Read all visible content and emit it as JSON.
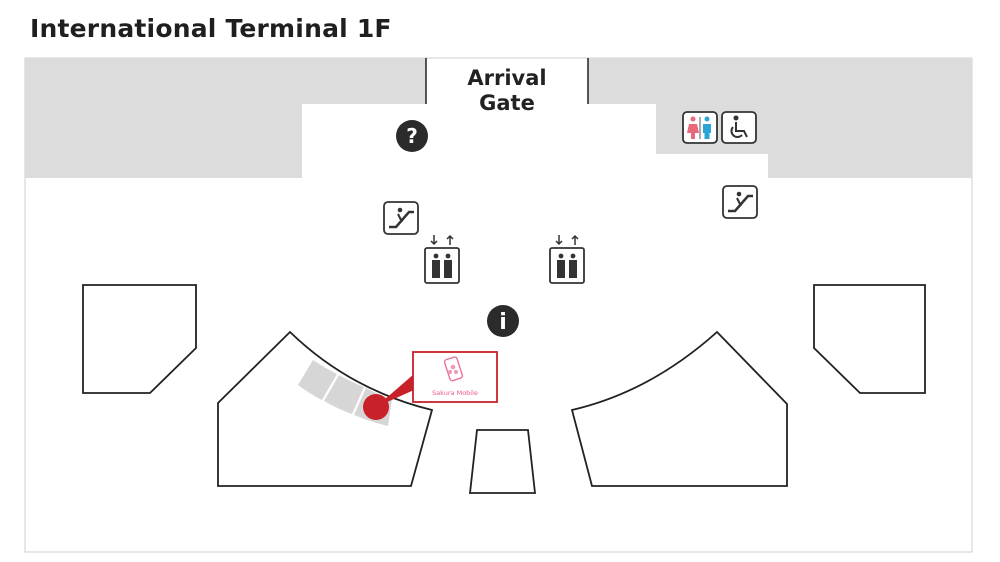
{
  "title": "International Terminal 1F",
  "gate": {
    "line1": "Arrival",
    "line2": "Gate"
  },
  "shop": {
    "name": "Sakura Mobile",
    "marker_color": "#c8212a"
  },
  "icons": {
    "help": "?",
    "info": "i",
    "escalator": "escalator-icon",
    "elevator": "elevator-icon",
    "restroom": "restroom-icon",
    "accessible": "wheelchair-icon"
  },
  "colors": {
    "restricted_area": "#dcdcdc",
    "brand_red": "#c8212a",
    "restroom_female": "#e8697a",
    "restroom_male": "#2aa6d6"
  }
}
